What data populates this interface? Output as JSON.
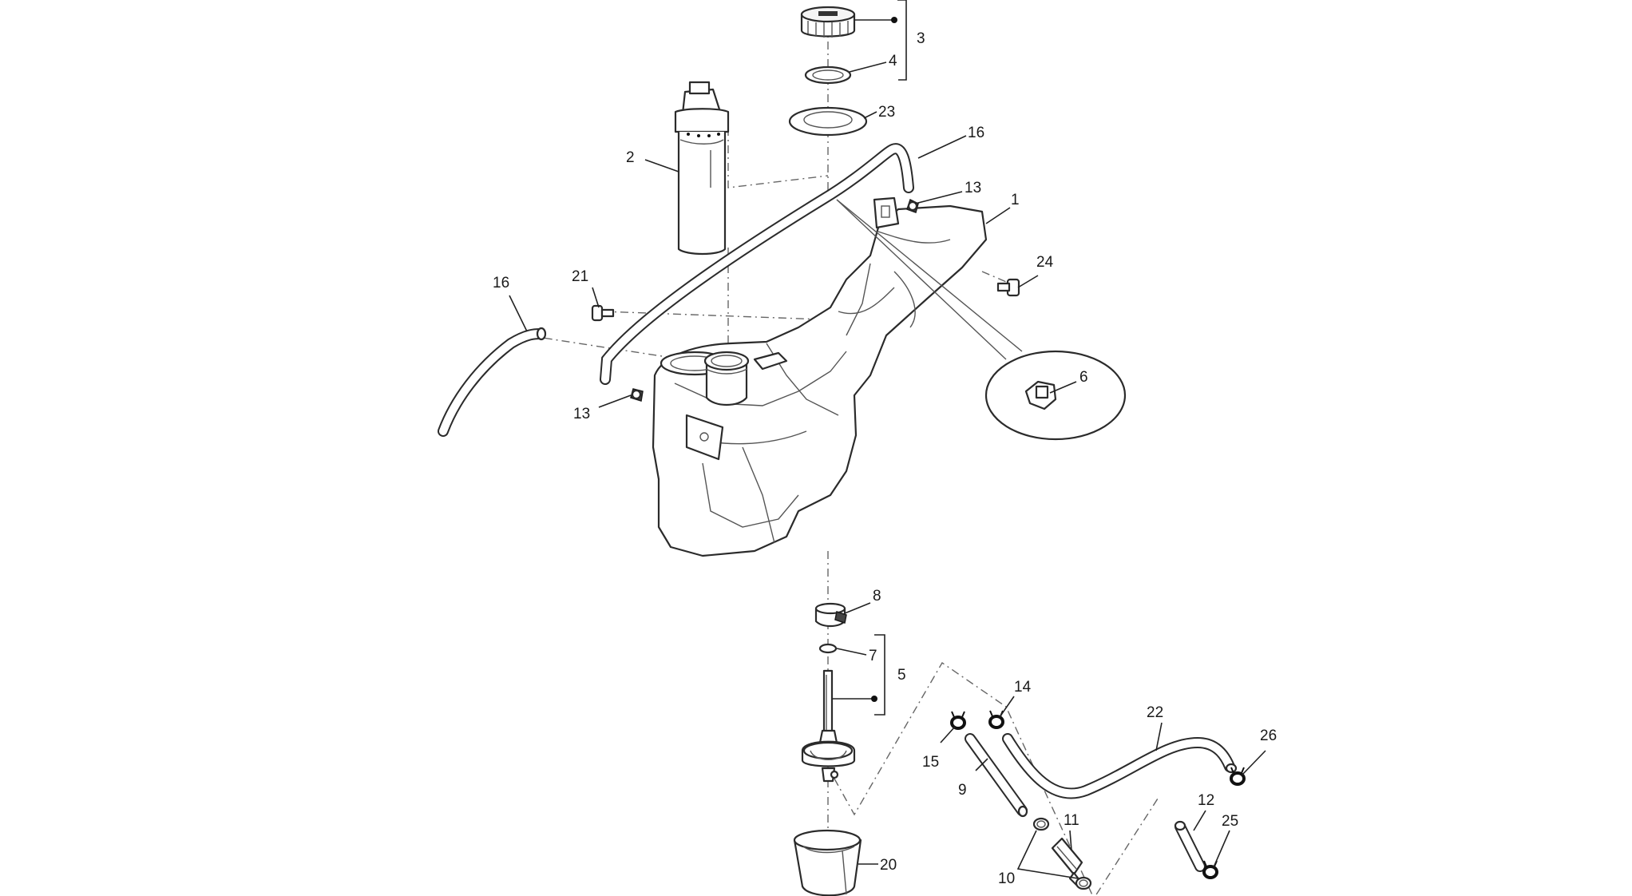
{
  "callouts": {
    "c1": "1",
    "c2": "2",
    "c3": "3",
    "c4": "4",
    "c5": "5",
    "c6": "6",
    "c7": "7",
    "c8": "8",
    "c9": "9",
    "c10": "10",
    "c11": "11",
    "c12": "12",
    "c13a": "13",
    "c13b": "13",
    "c14": "14",
    "c15": "15",
    "c16a": "16",
    "c16b": "16",
    "c20": "20",
    "c21": "21",
    "c22": "22",
    "c23": "23",
    "c24": "24",
    "c25": "25",
    "c26": "26"
  }
}
